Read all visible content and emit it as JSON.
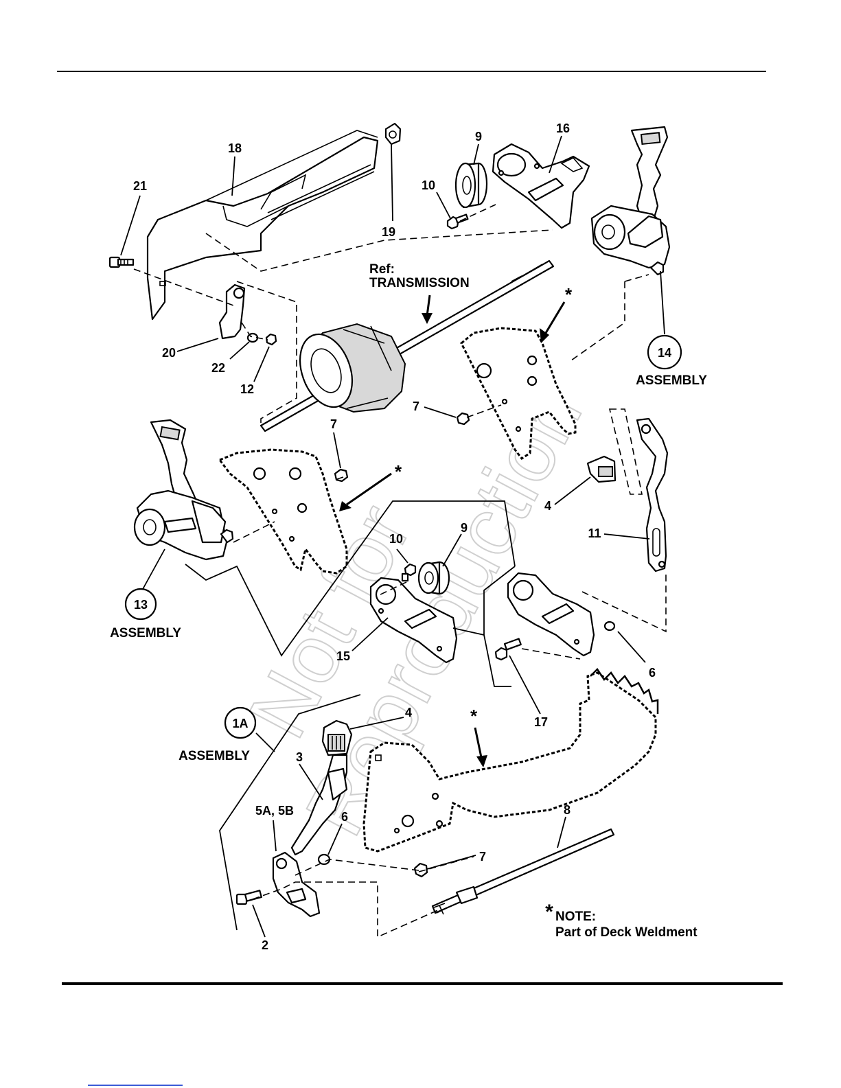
{
  "labels": {
    "p1a": "1A",
    "p2": "2",
    "p3": "3",
    "p4a": "4",
    "p4b": "4",
    "p5": "5A, 5B",
    "p6a": "6",
    "p6b": "6",
    "p7a": "7",
    "p7b": "7",
    "p7c": "7",
    "p8": "8",
    "p9a": "9",
    "p9b": "9",
    "p10a": "10",
    "p10b": "10",
    "p11": "11",
    "p12": "12",
    "p13": "13",
    "p14": "14",
    "p15": "15",
    "p16": "16",
    "p17": "17",
    "p18": "18",
    "p19": "19",
    "p20": "20",
    "p21": "21",
    "p22": "22",
    "assembly_13": "ASSEMBLY",
    "assembly_14": "ASSEMBLY",
    "assembly_1a": "ASSEMBLY",
    "ref_line1": "Ref:",
    "ref_line2": "TRANSMISSION",
    "asterisk1": "*",
    "asterisk2": "*",
    "asterisk3": "*",
    "asterisk_note": "*",
    "note_line1": "NOTE:",
    "note_line2": "Part of Deck Weldment"
  },
  "watermark": {
    "line1": "Not for",
    "line2": "Reproduction"
  }
}
